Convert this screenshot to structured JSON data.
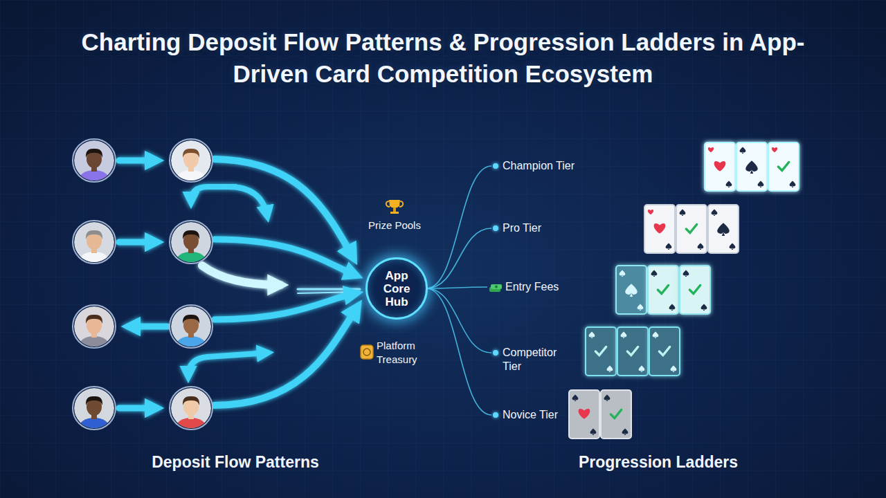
{
  "diagram": {
    "title": "Charting Deposit Flow Patterns & Progression Ladders in App-Driven Card Competition Ecosystem",
    "nodes": [
      {
        "text": [
          "App Core Hub"
        ]
      },
      {
        "text": [
          "Champion Tier"
        ]
      },
      {
        "text": [
          "Pro Tier"
        ]
      },
      {
        "text": [
          "Entry Fees"
        ]
      },
      {
        "text": [
          "Competitor Tier"
        ]
      },
      {
        "text": [
          "Novice Tier"
        ]
      }
    ],
    "edges": [
      {
        "from": 0,
        "to": 1,
        "arrow": "none"
      },
      {
        "from": 0,
        "to": 2,
        "arrow": "none"
      },
      {
        "from": 0,
        "to": 3,
        "arrow": "none"
      },
      {
        "from": 0,
        "to": 4,
        "arrow": "none"
      },
      {
        "from": 0,
        "to": 5,
        "arrow": "none"
      }
    ],
    "labels": [
      "Prize Pools",
      "Platform Treasury",
      "Deposit Flow Patterns",
      "Progression Ladders"
    ]
  }
}
